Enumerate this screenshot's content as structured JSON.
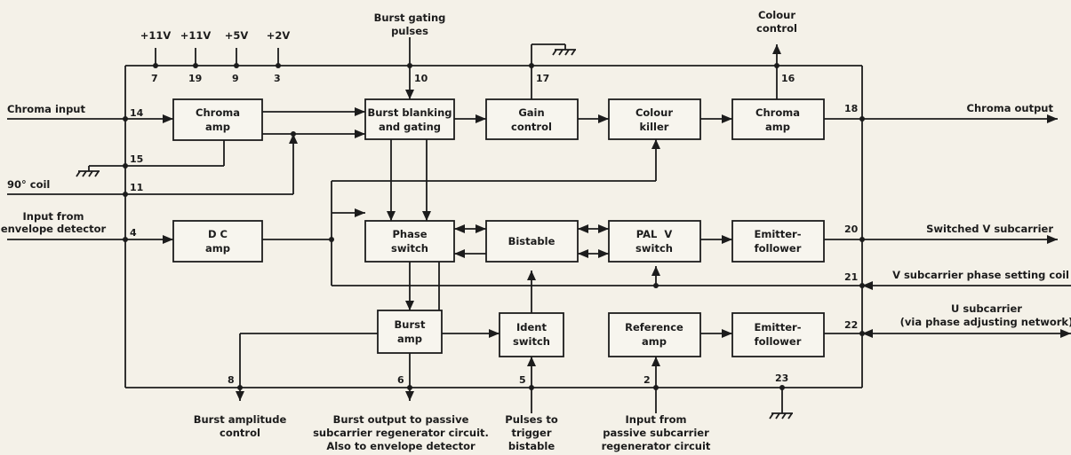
{
  "supplies": [
    "+11V",
    "+11V",
    "+5V",
    "+2V"
  ],
  "pins": {
    "p7": "7",
    "p19": "19",
    "p9": "9",
    "p3": "3",
    "p10": "10",
    "p17": "17",
    "p16": "16",
    "p18": "18",
    "p14": "14",
    "p15": "15",
    "p11": "11",
    "p4": "4",
    "p20": "20",
    "p21": "21",
    "p22": "22",
    "p23": "23",
    "p8": "8",
    "p6": "6",
    "p5": "5",
    "p2": "2"
  },
  "blocks": {
    "chroma_amp_in": [
      "Chroma",
      "amp"
    ],
    "burst_blanking": [
      "Burst blanking",
      "and gating"
    ],
    "gain_control": [
      "Gain",
      "control"
    ],
    "colour_killer": [
      "Colour",
      "killer"
    ],
    "chroma_amp_out": [
      "Chroma",
      "amp"
    ],
    "dc_amp": [
      "D C",
      "amp"
    ],
    "phase_switch": [
      "Phase",
      "switch"
    ],
    "bistable": [
      "Bistable"
    ],
    "pal_v_switch": [
      "PAL  V",
      "switch"
    ],
    "emitter_follower_v": [
      "Emitter-",
      "follower"
    ],
    "burst_amp": [
      "Burst",
      "amp"
    ],
    "ident_switch": [
      "Ident",
      "switch"
    ],
    "reference_amp": [
      "Reference",
      "amp"
    ],
    "emitter_follower_u": [
      "Emitter-",
      "follower"
    ]
  },
  "labels": {
    "burst_gating": [
      "Burst gating",
      "pulses"
    ],
    "colour_control": [
      "Colour",
      "control"
    ],
    "chroma_input": [
      "Chroma input"
    ],
    "coil_90": [
      "90° coil"
    ],
    "envelope_input": [
      "Input from",
      "envelope detector"
    ],
    "chroma_output": [
      "Chroma output"
    ],
    "switched_v": [
      "Switched V subcarrier"
    ],
    "v_phase_coil": [
      "V subcarrier phase setting coil"
    ],
    "u_subcarrier": [
      "U subcarrier",
      "(via phase adjusting network)"
    ],
    "burst_amplitude": [
      "Burst amplitude",
      "control"
    ],
    "burst_output": [
      "Burst output to passive",
      "subcarrier regenerator circuit.",
      "Also to envelope detector"
    ],
    "pulses_trigger": [
      "Pulses to",
      "trigger",
      "bistable"
    ],
    "passive_input": [
      "Input from",
      "passive subcarrier",
      "regenerator circuit"
    ]
  }
}
